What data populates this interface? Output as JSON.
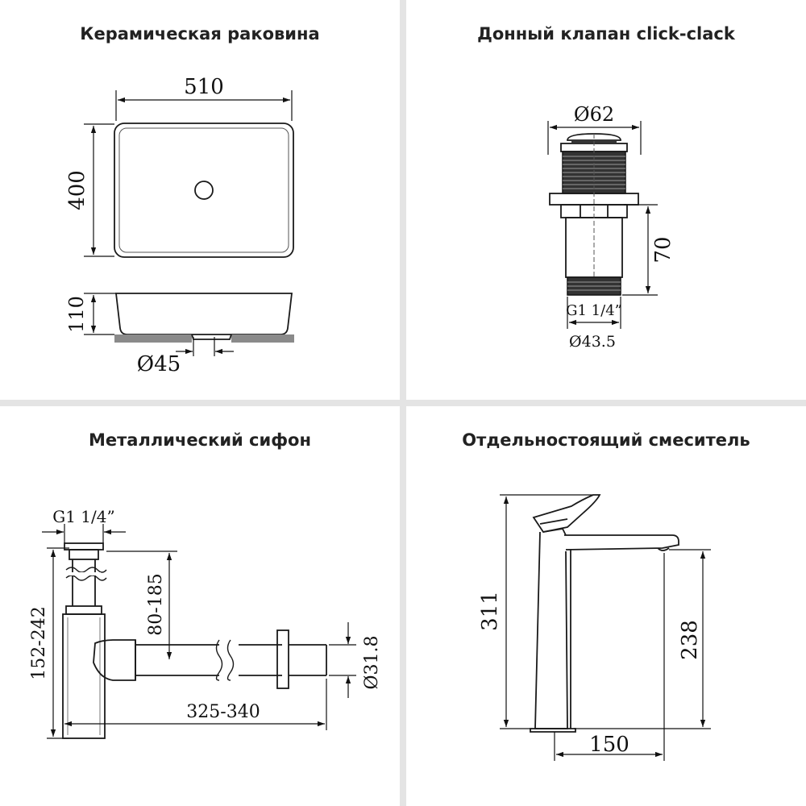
{
  "panels": {
    "sink": {
      "title": "Керамическая раковина",
      "width": "510",
      "depth": "400",
      "height": "110",
      "drain": "Ø45"
    },
    "valve": {
      "title": "Донный клапан click-clack",
      "cap_diameter": "Ø62",
      "height": "70",
      "thread": "G1 1/4”",
      "body_diameter": "Ø43.5"
    },
    "siphon": {
      "title": "Металлический сифон",
      "thread": "G1 1/4”",
      "height_range": "152-242",
      "drop_range": "80-185",
      "pipe_diameter": "Ø31.8",
      "length_range": "325-340"
    },
    "mixer": {
      "title": "Отдельностоящий смеситель",
      "total_height": "311",
      "spout_height": "238",
      "spout_reach": "150"
    }
  },
  "colors": {
    "line": "#111111",
    "background": "#ffffff",
    "separator": "#e4e4e4",
    "base_plate": "#8a8a8a"
  }
}
